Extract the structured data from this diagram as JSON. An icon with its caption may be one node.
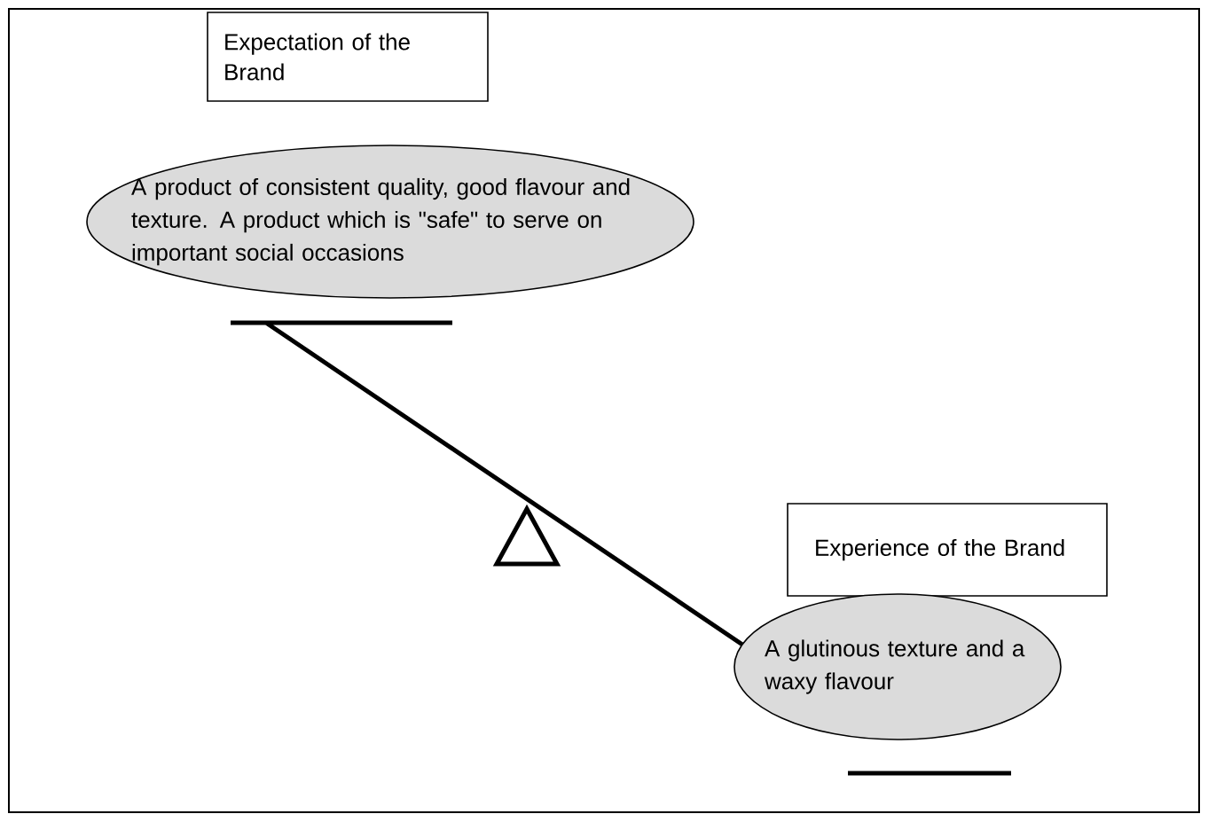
{
  "diagram": {
    "nodes": [
      {
        "text": [
          "Expectation of the Brand"
        ]
      },
      {
        "text": [
          "A product of consistent quality, good flavour and texture. A product which is \"safe\" to serve on important social occasions"
        ]
      },
      {
        "text": [
          "Experience of the Brand"
        ]
      },
      {
        "text": [
          "A glutinous texture and a waxy flavour"
        ]
      }
    ]
  }
}
